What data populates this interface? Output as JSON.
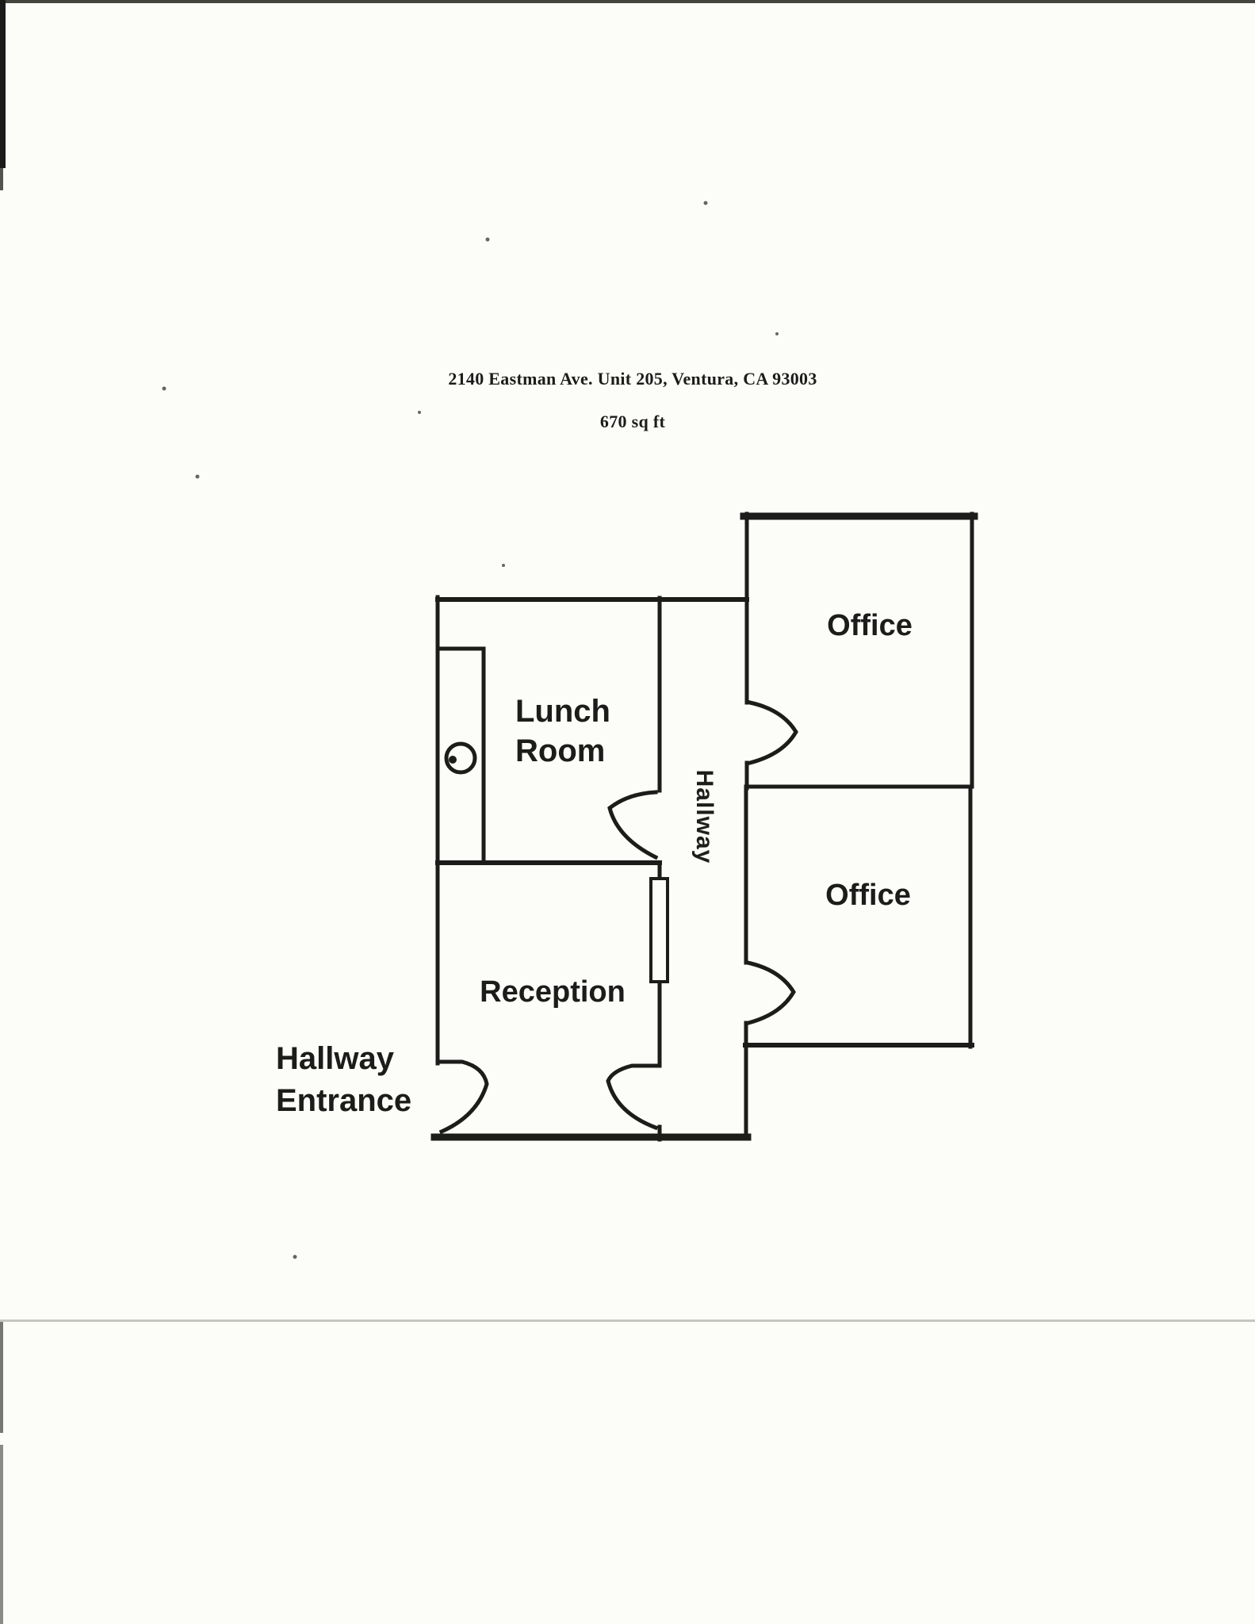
{
  "document": {
    "address_line": "2140 Eastman Ave. Unit 205, Ventura, CA 93003",
    "area_line": "670 sq ft"
  },
  "floor_plan": {
    "room_labels": {
      "lunch_room": "Lunch\nRoom",
      "reception": "Reception",
      "hallway": "Hallway",
      "office_top": "Office",
      "office_bottom": "Office"
    },
    "annotations": {
      "hallway_entrance": "Hallway\nEntrance"
    },
    "colors": {
      "ink": "#1c1c1a",
      "paper": "#fcfcf9",
      "scan_line_faint": "#c6c6c0",
      "scan_bar_dark": "#1b1b19",
      "scan_bar_gray": "#87857f"
    }
  }
}
